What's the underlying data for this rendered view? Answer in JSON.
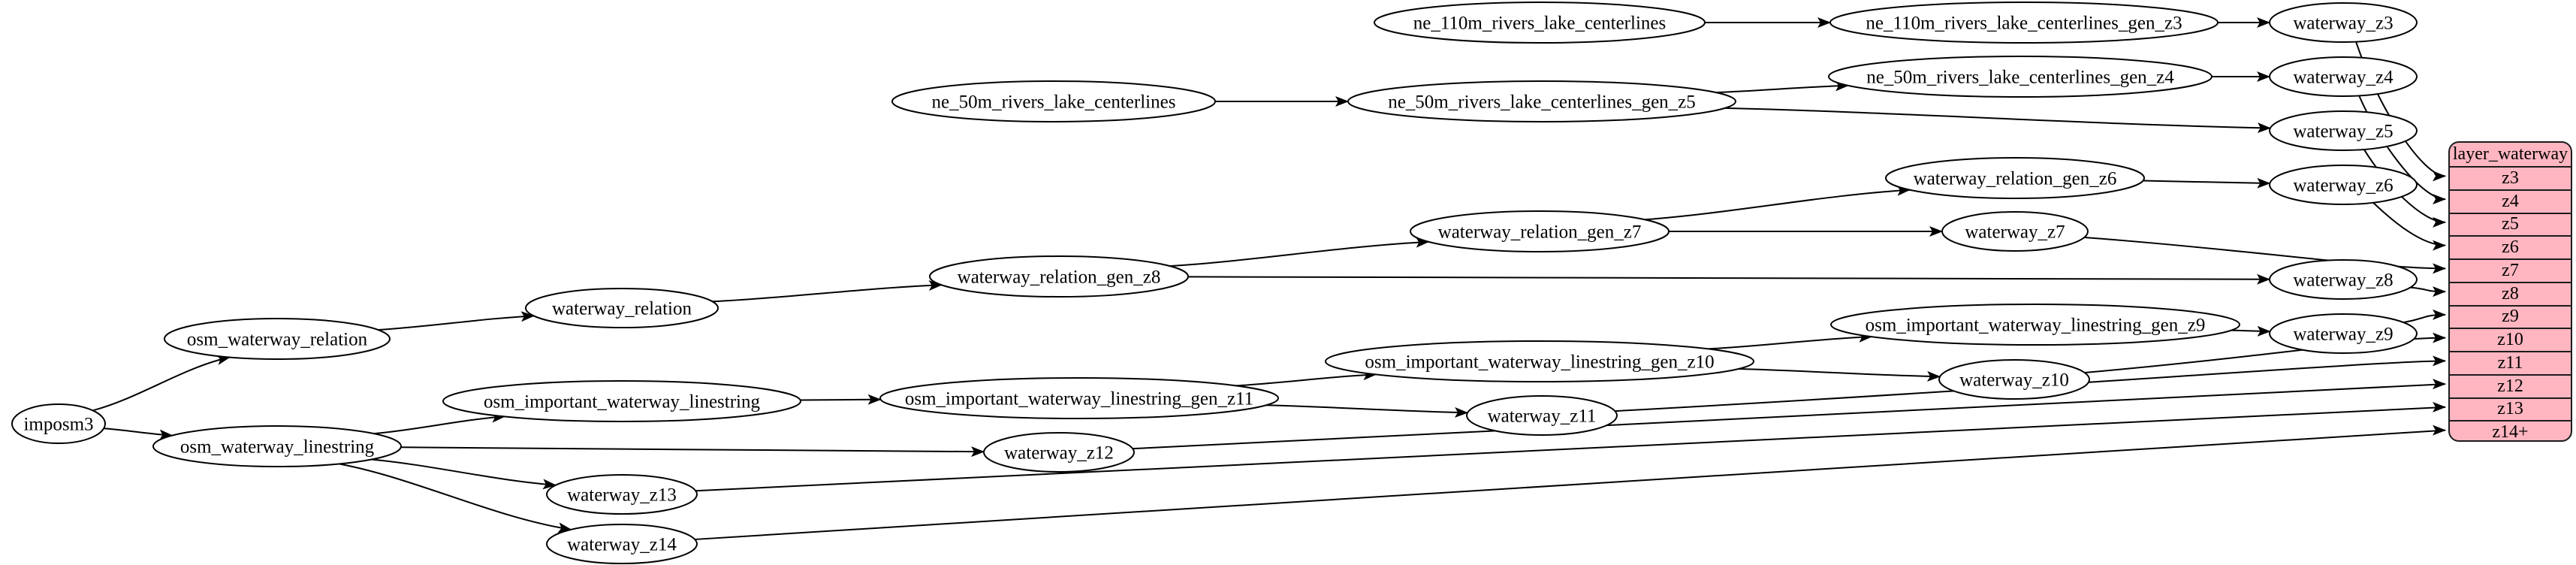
{
  "diagram": {
    "kind": "etl-dependency-graph",
    "colors": {
      "background": "#ffffff",
      "node_fill": "#ffffff",
      "node_stroke": "#000000",
      "edge": "#000000",
      "table_fill": "#ffb6c1",
      "table_stroke": "#1c1c1c",
      "text": "#000000"
    },
    "nodes": [
      {
        "id": "imposm3",
        "label": "imposm3"
      },
      {
        "id": "osm_waterway_relation",
        "label": "osm_waterway_relation"
      },
      {
        "id": "osm_waterway_linestring",
        "label": "osm_waterway_linestring"
      },
      {
        "id": "waterway_relation",
        "label": "waterway_relation"
      },
      {
        "id": "osm_important_waterway_linestring",
        "label": "osm_important_waterway_linestring"
      },
      {
        "id": "waterway_z13",
        "label": "waterway_z13"
      },
      {
        "id": "waterway_z14",
        "label": "waterway_z14"
      },
      {
        "id": "ne_50m_rivers_lake_centerlines",
        "label": "ne_50m_rivers_lake_centerlines"
      },
      {
        "id": "ne_110m_rivers_lake_centerlines",
        "label": "ne_110m_rivers_lake_centerlines"
      },
      {
        "id": "ne_50m_rivers_lake_centerlines_gen_z5",
        "label": "ne_50m_rivers_lake_centerlines_gen_z5"
      },
      {
        "id": "waterway_relation_gen_z8",
        "label": "waterway_relation_gen_z8"
      },
      {
        "id": "waterway_relation_gen_z7",
        "label": "waterway_relation_gen_z7"
      },
      {
        "id": "waterway_relation_gen_z6",
        "label": "waterway_relation_gen_z6"
      },
      {
        "id": "osm_important_waterway_linestring_gen_z11",
        "label": "osm_important_waterway_linestring_gen_z11"
      },
      {
        "id": "osm_important_waterway_linestring_gen_z10",
        "label": "osm_important_waterway_linestring_gen_z10"
      },
      {
        "id": "osm_important_waterway_linestring_gen_z9",
        "label": "osm_important_waterway_linestring_gen_z9"
      },
      {
        "id": "ne_110m_rivers_lake_centerlines_gen_z3",
        "label": "ne_110m_rivers_lake_centerlines_gen_z3"
      },
      {
        "id": "ne_50m_rivers_lake_centerlines_gen_z4",
        "label": "ne_50m_rivers_lake_centerlines_gen_z4"
      },
      {
        "id": "waterway_z12",
        "label": "waterway_z12"
      },
      {
        "id": "waterway_z11",
        "label": "waterway_z11"
      },
      {
        "id": "waterway_z10",
        "label": "waterway_z10"
      },
      {
        "id": "waterway_z7",
        "label": "waterway_z7"
      },
      {
        "id": "waterway_z3",
        "label": "waterway_z3"
      },
      {
        "id": "waterway_z4",
        "label": "waterway_z4"
      },
      {
        "id": "waterway_z5",
        "label": "waterway_z5"
      },
      {
        "id": "waterway_z6",
        "label": "waterway_z6"
      },
      {
        "id": "waterway_z8",
        "label": "waterway_z8"
      },
      {
        "id": "waterway_z9",
        "label": "waterway_z9"
      }
    ],
    "edges": [
      {
        "from": "imposm3",
        "to": "osm_waterway_relation"
      },
      {
        "from": "imposm3",
        "to": "osm_waterway_linestring"
      },
      {
        "from": "osm_waterway_relation",
        "to": "waterway_relation"
      },
      {
        "from": "waterway_relation",
        "to": "waterway_relation_gen_z8"
      },
      {
        "from": "waterway_relation_gen_z8",
        "to": "waterway_relation_gen_z7"
      },
      {
        "from": "waterway_relation_gen_z8",
        "to": "waterway_z8"
      },
      {
        "from": "waterway_relation_gen_z7",
        "to": "waterway_relation_gen_z6"
      },
      {
        "from": "waterway_relation_gen_z7",
        "to": "waterway_z7"
      },
      {
        "from": "waterway_relation_gen_z6",
        "to": "waterway_z6"
      },
      {
        "from": "osm_waterway_linestring",
        "to": "osm_important_waterway_linestring"
      },
      {
        "from": "osm_waterway_linestring",
        "to": "waterway_z12"
      },
      {
        "from": "osm_waterway_linestring",
        "to": "waterway_z13"
      },
      {
        "from": "osm_waterway_linestring",
        "to": "waterway_z14"
      },
      {
        "from": "osm_important_waterway_linestring",
        "to": "osm_important_waterway_linestring_gen_z11"
      },
      {
        "from": "osm_important_waterway_linestring_gen_z11",
        "to": "osm_important_waterway_linestring_gen_z10"
      },
      {
        "from": "osm_important_waterway_linestring_gen_z11",
        "to": "waterway_z11"
      },
      {
        "from": "osm_important_waterway_linestring_gen_z10",
        "to": "osm_important_waterway_linestring_gen_z9"
      },
      {
        "from": "osm_important_waterway_linestring_gen_z10",
        "to": "waterway_z10"
      },
      {
        "from": "osm_important_waterway_linestring_gen_z9",
        "to": "waterway_z9"
      },
      {
        "from": "ne_110m_rivers_lake_centerlines",
        "to": "ne_110m_rivers_lake_centerlines_gen_z3"
      },
      {
        "from": "ne_110m_rivers_lake_centerlines_gen_z3",
        "to": "waterway_z3"
      },
      {
        "from": "ne_50m_rivers_lake_centerlines",
        "to": "ne_50m_rivers_lake_centerlines_gen_z5"
      },
      {
        "from": "ne_50m_rivers_lake_centerlines_gen_z5",
        "to": "ne_50m_rivers_lake_centerlines_gen_z4"
      },
      {
        "from": "ne_50m_rivers_lake_centerlines_gen_z5",
        "to": "waterway_z5"
      },
      {
        "from": "ne_50m_rivers_lake_centerlines_gen_z4",
        "to": "waterway_z4"
      },
      {
        "from": "waterway_z3",
        "to": "row:z3"
      },
      {
        "from": "waterway_z4",
        "to": "row:z4"
      },
      {
        "from": "waterway_z5",
        "to": "row:z5"
      },
      {
        "from": "waterway_z6",
        "to": "row:z6"
      },
      {
        "from": "waterway_z7",
        "to": "row:z7"
      },
      {
        "from": "waterway_z8",
        "to": "row:z8"
      },
      {
        "from": "waterway_z9",
        "to": "row:z9"
      },
      {
        "from": "waterway_z10",
        "to": "row:z10"
      },
      {
        "from": "waterway_z11",
        "to": "row:z11"
      },
      {
        "from": "waterway_z12",
        "to": "row:z12"
      },
      {
        "from": "waterway_z13",
        "to": "row:z13"
      },
      {
        "from": "waterway_z14",
        "to": "row:z14+"
      }
    ],
    "table": {
      "title": "layer_waterway",
      "rows": [
        "z3",
        "z4",
        "z5",
        "z6",
        "z7",
        "z8",
        "z9",
        "z10",
        "z11",
        "z12",
        "z13",
        "z14+"
      ]
    }
  }
}
